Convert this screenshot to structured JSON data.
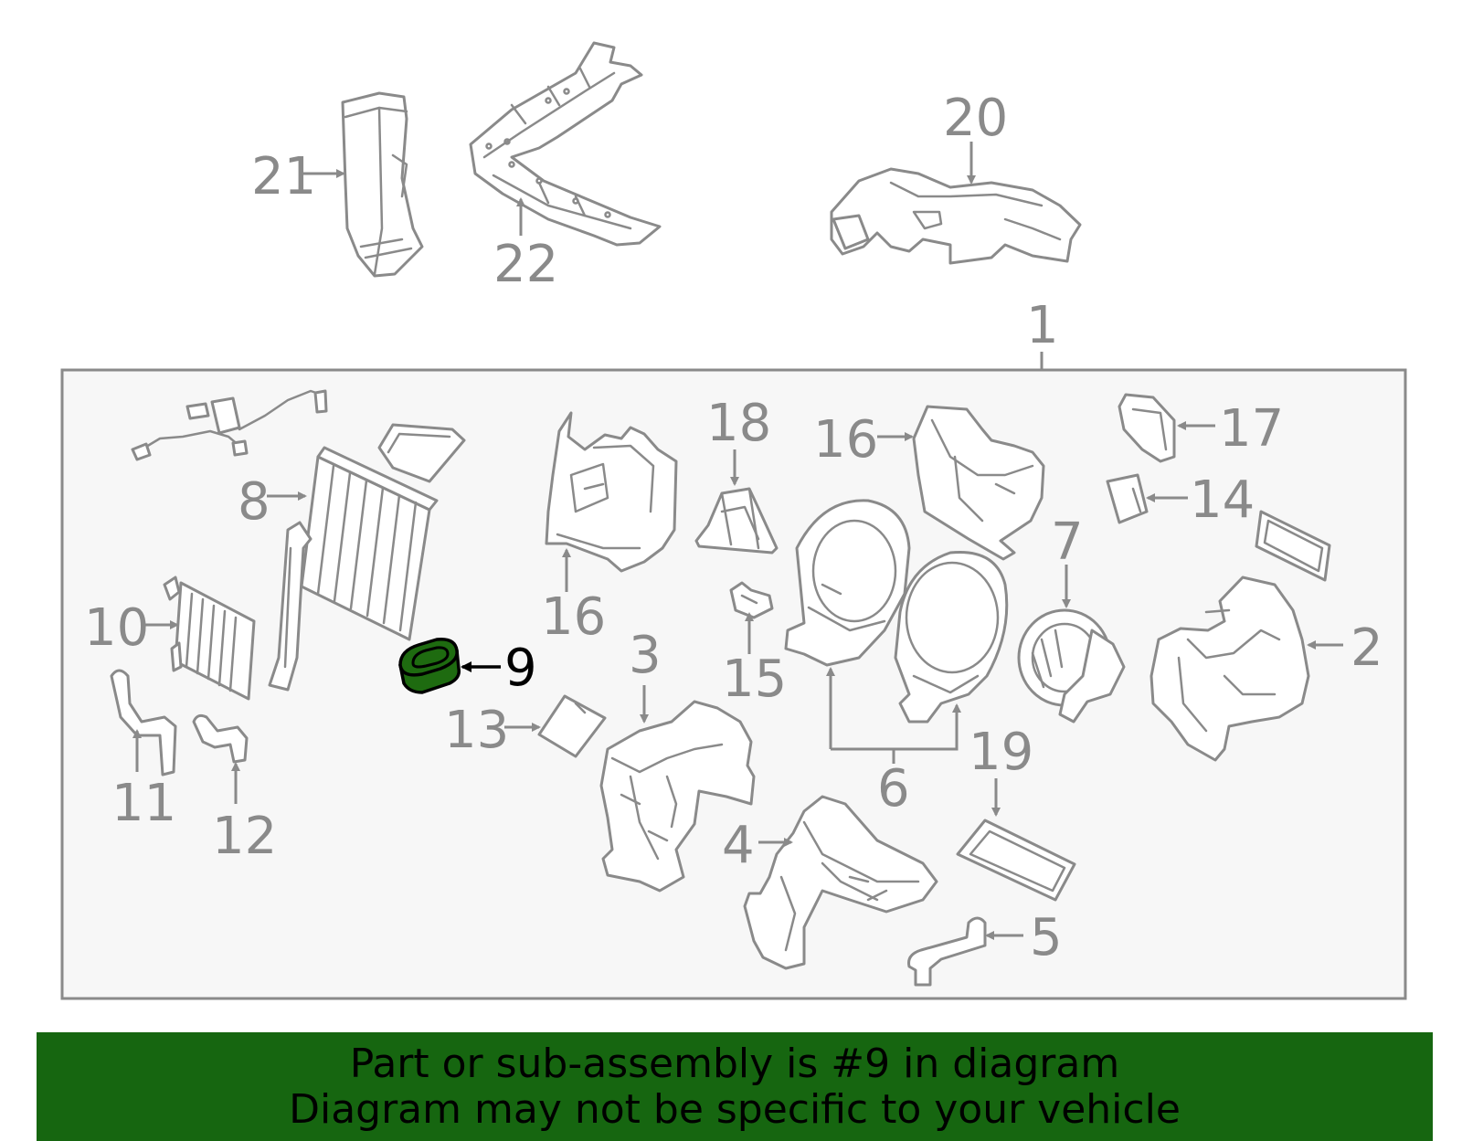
{
  "diagram": {
    "highlight_part": "9",
    "highlight_color": "#1e6b10",
    "line_color": "#8a8a8a",
    "panel_color": "#f7f7f7",
    "callouts": {
      "c1": "1",
      "c2": "2",
      "c3": "3",
      "c4": "4",
      "c5": "5",
      "c6": "6",
      "c7": "7",
      "c8": "8",
      "c9": "9",
      "c10": "10",
      "c11": "11",
      "c12": "12",
      "c13": "13",
      "c14": "14",
      "c15": "15",
      "c16a": "16",
      "c16b": "16",
      "c17": "17",
      "c18": "18",
      "c19": "19",
      "c20": "20",
      "c21": "21",
      "c22": "22"
    }
  },
  "banner": {
    "line1": "Part or sub-assembly is #9 in diagram",
    "line2": "Diagram may not be specific to your vehicle",
    "background": "#166610"
  }
}
